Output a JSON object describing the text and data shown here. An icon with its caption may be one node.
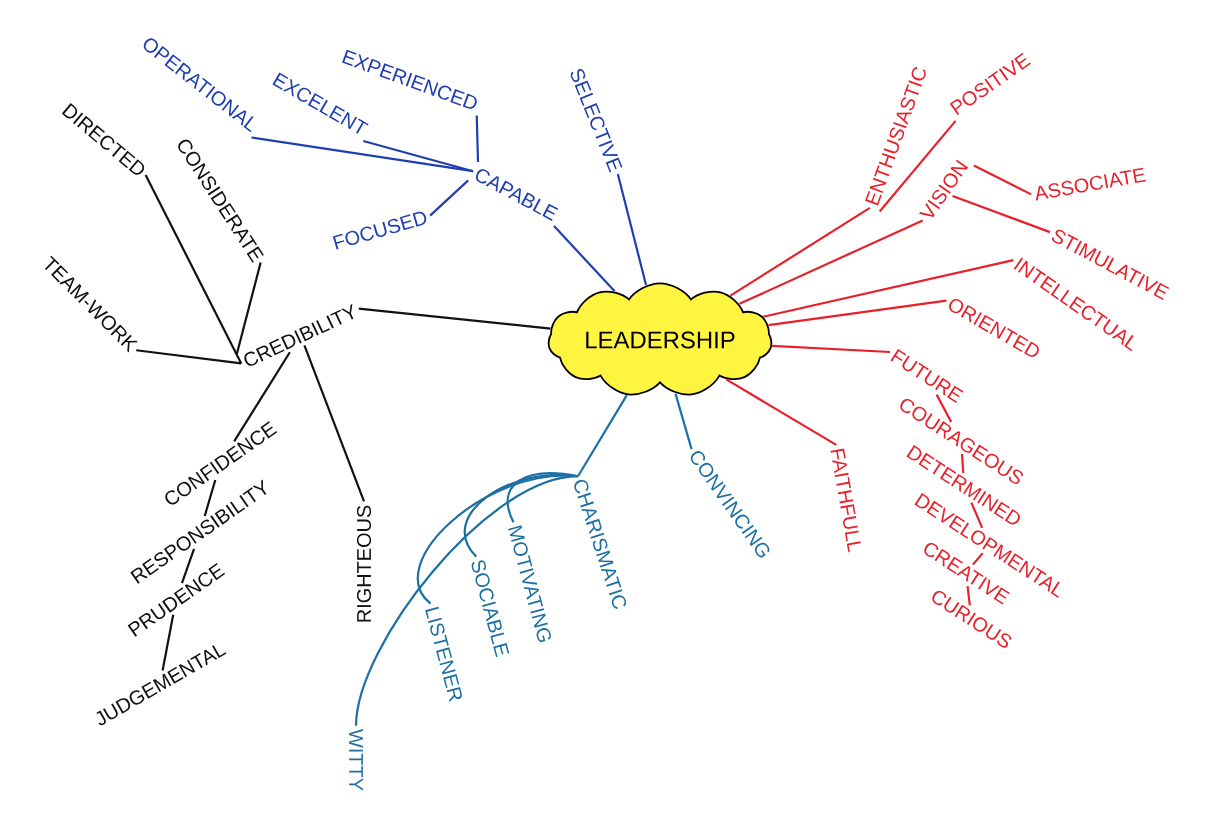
{
  "diagram": {
    "nodes": [
      {
        "text": [
          "LEADERSHIP"
        ]
      },
      {
        "text": [
          "CAPABLE"
        ]
      },
      {
        "text": [
          "FOCUSED"
        ]
      },
      {
        "text": [
          "EXPERIENCED"
        ]
      },
      {
        "text": [
          "EXCELENT"
        ]
      },
      {
        "text": [
          "OPERATIONAL"
        ]
      },
      {
        "text": [
          "SELECTIVE"
        ]
      },
      {
        "text": [
          "CREDIBILITY"
        ]
      },
      {
        "text": [
          "CONSIDERATE"
        ]
      },
      {
        "text": [
          "DIRECTED"
        ]
      },
      {
        "text": [
          "TEAM-WORK"
        ]
      },
      {
        "text": [
          "CONFIDENCE"
        ]
      },
      {
        "text": [
          "RESPONSIBILITY"
        ]
      },
      {
        "text": [
          "PRUDENCE"
        ]
      },
      {
        "text": [
          "JUDGEMENTAL"
        ]
      },
      {
        "text": [
          "RIGHTEOUS"
        ]
      },
      {
        "text": [
          "CONVINCING"
        ]
      },
      {
        "text": [
          "CHARISMATIC"
        ]
      },
      {
        "text": [
          "MOTIVATING"
        ]
      },
      {
        "text": [
          "SOCIABLE"
        ]
      },
      {
        "text": [
          "LISTENER"
        ]
      },
      {
        "text": [
          "WITTY"
        ]
      },
      {
        "text": [
          "ENTHUSIASTIC"
        ]
      },
      {
        "text": [
          "POSITIVE"
        ]
      },
      {
        "text": [
          "VISION"
        ]
      },
      {
        "text": [
          "ASSOCIATE"
        ]
      },
      {
        "text": [
          "STIMULATIVE"
        ]
      },
      {
        "text": [
          "INTELLECTUAL"
        ]
      },
      {
        "text": [
          "ORIENTED"
        ]
      },
      {
        "text": [
          "FAITHFULL"
        ]
      },
      {
        "text": [
          "FUTURE"
        ]
      },
      {
        "text": [
          "COURAGEOUS"
        ]
      },
      {
        "text": [
          "DETERMINED"
        ]
      },
      {
        "text": [
          "DEVELOPMENTAL"
        ]
      },
      {
        "text": [
          "CREATIVE"
        ]
      },
      {
        "text": [
          "CURIOUS"
        ]
      }
    ],
    "edges": [
      {
        "from": 0,
        "to": 1,
        "arrow": "none",
        "color": "#1f3fb0"
      },
      {
        "from": 1,
        "to": 2,
        "arrow": "none",
        "color": "#1f3fb0"
      },
      {
        "from": 1,
        "to": 3,
        "arrow": "none",
        "color": "#1f3fb0"
      },
      {
        "from": 1,
        "to": 4,
        "arrow": "none",
        "color": "#1f3fb0"
      },
      {
        "from": 1,
        "to": 5,
        "arrow": "none",
        "color": "#1f3fb0"
      },
      {
        "from": 0,
        "to": 6,
        "arrow": "none",
        "color": "#1f3fb0"
      },
      {
        "from": 0,
        "to": 7,
        "arrow": "none",
        "color": "#111111"
      },
      {
        "from": 7,
        "to": 8,
        "arrow": "none",
        "color": "#111111"
      },
      {
        "from": 7,
        "to": 9,
        "arrow": "none",
        "color": "#111111"
      },
      {
        "from": 7,
        "to": 10,
        "arrow": "none",
        "color": "#111111"
      },
      {
        "from": 7,
        "to": 11,
        "arrow": "none",
        "color": "#111111"
      },
      {
        "from": 11,
        "to": 12,
        "arrow": "none",
        "color": "#111111"
      },
      {
        "from": 12,
        "to": 13,
        "arrow": "none",
        "color": "#111111"
      },
      {
        "from": 13,
        "to": 14,
        "arrow": "none",
        "color": "#111111"
      },
      {
        "from": 7,
        "to": 15,
        "arrow": "none",
        "color": "#111111"
      },
      {
        "from": 0,
        "to": 16,
        "arrow": "none",
        "color": "#1c6fa3"
      },
      {
        "from": 0,
        "to": 17,
        "arrow": "none",
        "color": "#1c6fa3"
      },
      {
        "from": 17,
        "to": 18,
        "arrow": "none",
        "color": "#1c6fa3"
      },
      {
        "from": 17,
        "to": 19,
        "arrow": "none",
        "color": "#1c6fa3"
      },
      {
        "from": 17,
        "to": 20,
        "arrow": "none",
        "color": "#1c6fa3"
      },
      {
        "from": 17,
        "to": 21,
        "arrow": "none",
        "color": "#1c6fa3"
      },
      {
        "from": 0,
        "to": 22,
        "arrow": "none"
      },
      {
        "from": 22,
        "to": 23,
        "arrow": "none"
      },
      {
        "from": 0,
        "to": 24,
        "arrow": "none"
      },
      {
        "from": 24,
        "to": 25,
        "arrow": "none"
      },
      {
        "from": 24,
        "to": 26,
        "arrow": "none"
      },
      {
        "from": 0,
        "to": 27,
        "arrow": "none"
      },
      {
        "from": 0,
        "to": 28,
        "arrow": "none"
      },
      {
        "from": 0,
        "to": 29,
        "arrow": "none"
      },
      {
        "from": 0,
        "to": 30,
        "arrow": "none"
      },
      {
        "from": 30,
        "to": 31,
        "arrow": "none"
      },
      {
        "from": 31,
        "to": 32,
        "arrow": "none"
      },
      {
        "from": 32,
        "to": 33,
        "arrow": "none"
      },
      {
        "from": 33,
        "to": 34,
        "arrow": "none"
      },
      {
        "from": 34,
        "to": 35,
        "arrow": "none"
      }
    ]
  }
}
